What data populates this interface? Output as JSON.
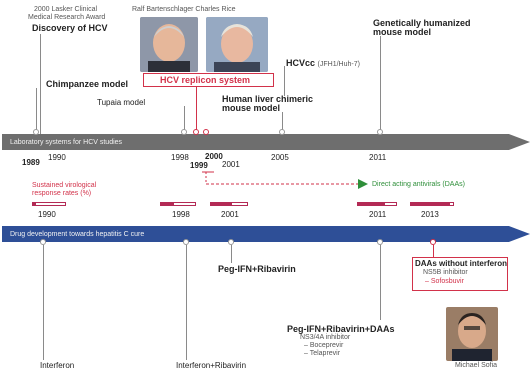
{
  "top": {
    "award_line1": "2000 Lasker Clinical",
    "award_line2": "Medical Research Award",
    "award_line3": "Discovery of HCV",
    "names": "Ralf Bartenschlager Charles Rice",
    "chimp": "Chimpanzee model",
    "tupaia": "Tupaia model",
    "replicon": "HCV replicon system",
    "chimeric_line1": "Human liver chimeric",
    "chimeric_line2": "mouse model",
    "hcvcc_bold": "HCVcc",
    "hcvcc_rest": "(JFH1/Huh-7)",
    "humanized_line1": "Genetically humanized",
    "humanized_line2": "mouse model"
  },
  "gray_banner": "Laboratory systems for HCV studies",
  "years_top": [
    "1989",
    "1990",
    "1998",
    "2000",
    "2001",
    "2005",
    "2011"
  ],
  "years_top_sub": "1999",
  "svr_line1": "Sustained virological",
  "svr_line2": "response rates (%)",
  "daa_label": "Direct acting antivirals (DAAs)",
  "years_mid": [
    "1990",
    "1998",
    "2001",
    "2011",
    "2013"
  ],
  "blue_banner": "Drug development towards hepatitis C cure",
  "bottom": {
    "peg": "Peg-IFN+Ribavirin",
    "peg_daa": "Peg-IFN+Ribavirin+DAAs",
    "ns3": "NS3/4A inhibitor",
    "boceprevir": "Boceprevir",
    "telaprevir": "Telaprevir",
    "daas_free_title": "DAAs without interferon",
    "ns5b": "NS5B inhibitor",
    "sofosbuvir": "Sofosbuvir",
    "interferon": "Interferon",
    "ifn_rib": "Interferon+Ribavirin",
    "portrait_caption": "Michael Sofia"
  },
  "colors": {
    "gray_banner": "#6e6e6e",
    "blue_banner": "#2e4f97",
    "accent_red": "#d2324a",
    "green": "#2f8f3a",
    "svr_bar": "#b32a55"
  }
}
